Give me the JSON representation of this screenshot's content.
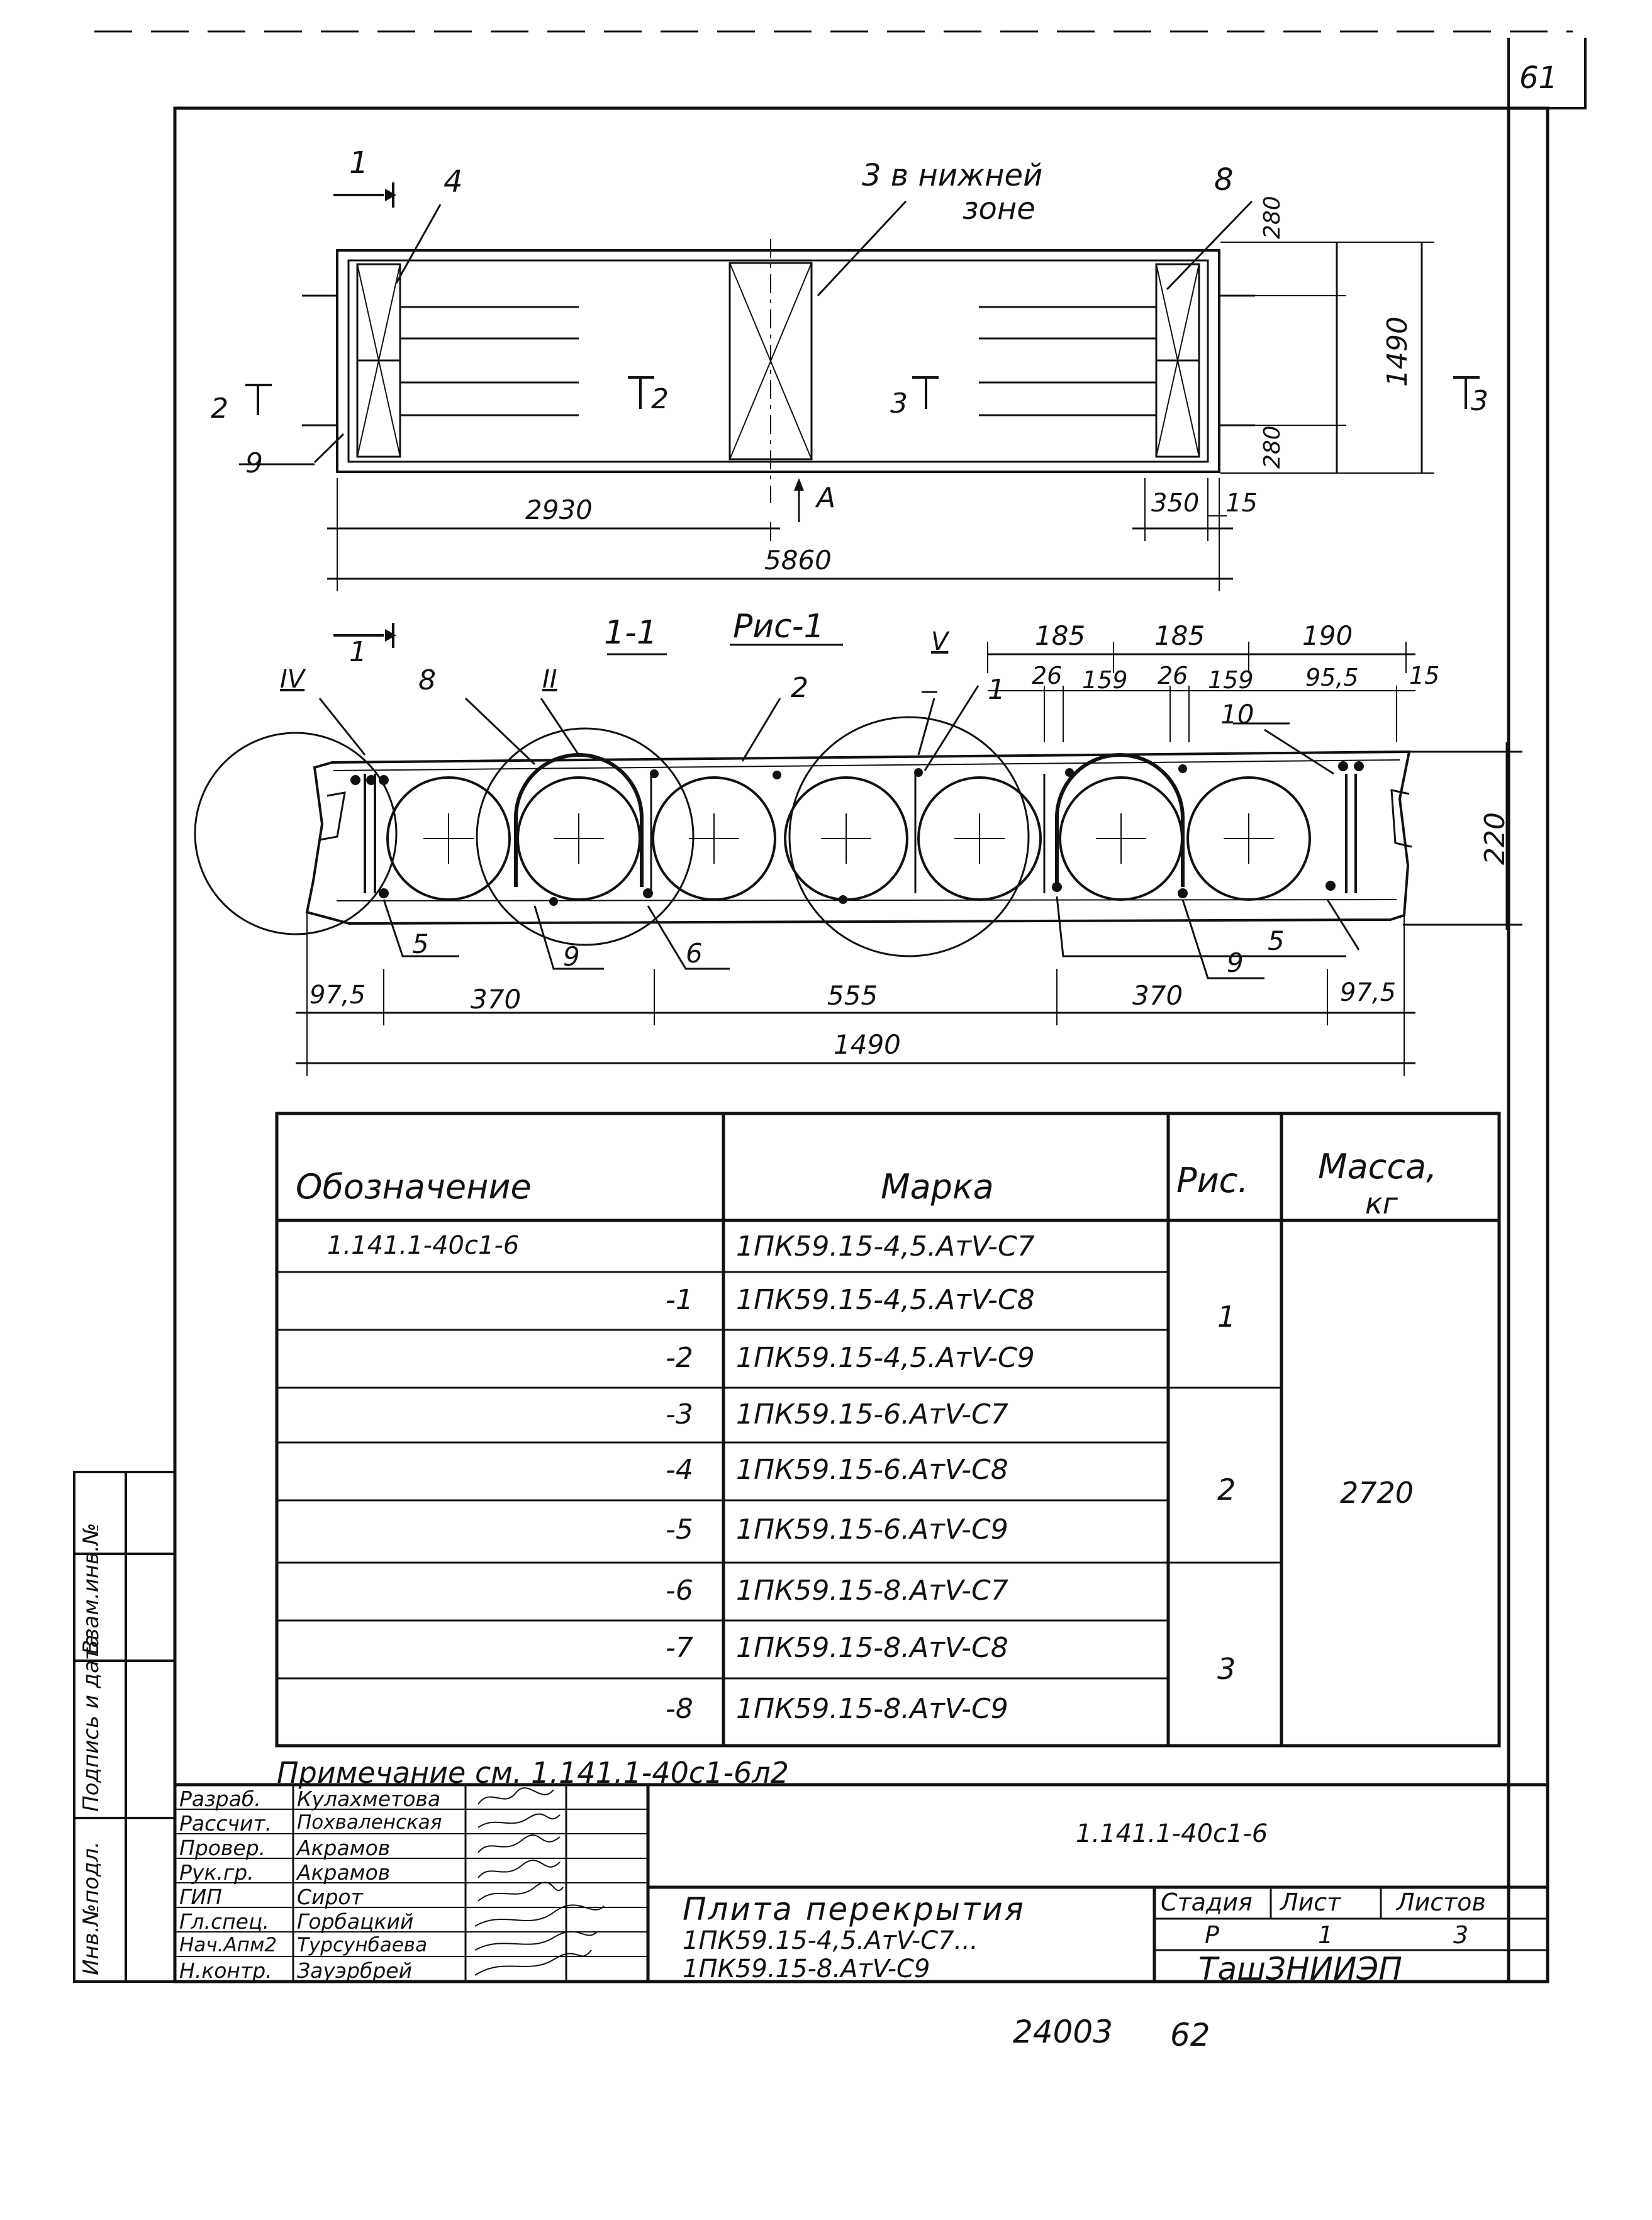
{
  "sheet": {
    "page_number": "61",
    "footer_code": "24003",
    "footer_page": "62"
  },
  "plan_view": {
    "caption": "Рис-1",
    "section_mark_1": "1",
    "section_mark_2": "2",
    "section_mark_3": "3",
    "view_a": "А",
    "callout_4": "4",
    "callout_3_zone": "3 в нижней",
    "callout_3_zone_2": "зоне",
    "callout_8": "8",
    "callout_9": "9",
    "dim_280_top": "280",
    "dim_280_bottom": "280",
    "dim_1490": "1490",
    "dim_2930": "2930",
    "dim_5860": "5860",
    "dim_350": "350",
    "dim_15": "15"
  },
  "section_view": {
    "title": "1-1",
    "node_iv": "IV",
    "node_ii": "II",
    "node_v": "V",
    "callout_8": "8",
    "callout_2": "2",
    "callout_1": "1",
    "callout_10": "10",
    "callout_5_left": "5",
    "callout_5_right": "5",
    "callout_9_left": "9",
    "callout_9_right": "9",
    "callout_6": "6",
    "dim_185_a": "185",
    "dim_185_b": "185",
    "dim_190": "190",
    "dim_26_a": "26",
    "dim_159_a": "159",
    "dim_26_b": "26",
    "dim_159_b": "159",
    "dim_95_5": "95,5",
    "dim_15": "15",
    "dim_220": "220",
    "dim_97_5_left": "97,5",
    "dim_370_left": "370",
    "dim_555": "555",
    "dim_370_right": "370",
    "dim_97_5_right": "97,5",
    "dim_1490": "1490"
  },
  "table": {
    "headers": [
      "Обозначение",
      "Марка",
      "Рис.",
      "Масса,",
      "кг"
    ],
    "rows": [
      {
        "designation": "1.141.1-40с1-6",
        "mark": "1ПК59.15-4,5.АтV-С7"
      },
      {
        "designation": "-1",
        "mark": "1ПК59.15-4,5.АтV-С8"
      },
      {
        "designation": "-2",
        "mark": "1ПК59.15-4,5.АтV-С9"
      },
      {
        "designation": "-3",
        "mark": "1ПК59.15-6.АтV-С7"
      },
      {
        "designation": "-4",
        "mark": "1ПК59.15-6.АтV-С8"
      },
      {
        "designation": "-5",
        "mark": "1ПК59.15-6.АтV-С9"
      },
      {
        "designation": "-6",
        "mark": "1ПК59.15-8.АтV-С7"
      },
      {
        "designation": "-7",
        "mark": "1ПК59.15-8.АтV-С8"
      },
      {
        "designation": "-8",
        "mark": "1ПК59.15-8.АтV-С9"
      }
    ],
    "fig_groups": [
      "1",
      "2",
      "3"
    ],
    "mass": "2720"
  },
  "note": "Примечание см. 1.141.1-40с1-6л2",
  "title_block": {
    "roles": [
      {
        "role": "Разраб.",
        "name": "Кулахметова"
      },
      {
        "role": "Рассчит.",
        "name": "Похваленская"
      },
      {
        "role": "Провер.",
        "name": "Акрамов"
      },
      {
        "role": "Рук.гр.",
        "name": "Акрамов"
      },
      {
        "role": "ГИП",
        "name": "Сирот"
      },
      {
        "role": "Гл.спец.",
        "name": "Горбацкий"
      },
      {
        "role": "Нач.Апм2",
        "name": "Турсунбаева"
      },
      {
        "role": "Н.контр.",
        "name": "Зауэрбрей"
      }
    ],
    "doc_code": "1.141.1-40с1-6",
    "item_title": "Плита перекрытия",
    "item_line2": "1ПК59.15-4,5.АтV-С7...",
    "item_line3": "1ПК59.15-8.АтV-С9",
    "stage_label": "Стадия",
    "sheet_label": "Лист",
    "sheets_label": "Листов",
    "stage_value": "Р",
    "sheet_value": "1",
    "sheets_value": "3",
    "organization": "ТашЗНИИЭП"
  },
  "side_stamp": {
    "inv_orig": "Инв.№подл.",
    "signature_date": "Подпись и дата",
    "replaces_inv": "Взам.инв.№"
  }
}
